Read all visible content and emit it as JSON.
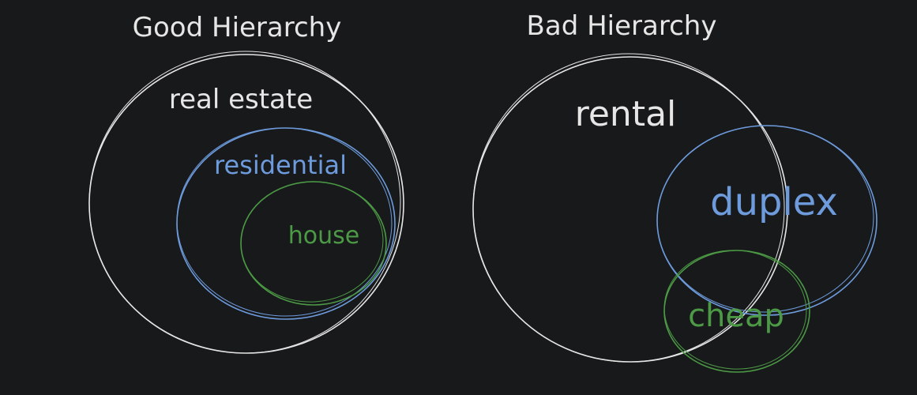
{
  "colors": {
    "background": "#18191b",
    "outline": "#e6e6e6",
    "blue": "#6d9bdc",
    "green": "#4c9a45"
  },
  "good": {
    "title": "Good Hierarchy",
    "outer_label": "real estate",
    "middle_label": "residential",
    "inner_label": "house"
  },
  "bad": {
    "title": "Bad Hierarchy",
    "big_label": "rental",
    "blue_label": "duplex",
    "green_label": "cheap"
  }
}
